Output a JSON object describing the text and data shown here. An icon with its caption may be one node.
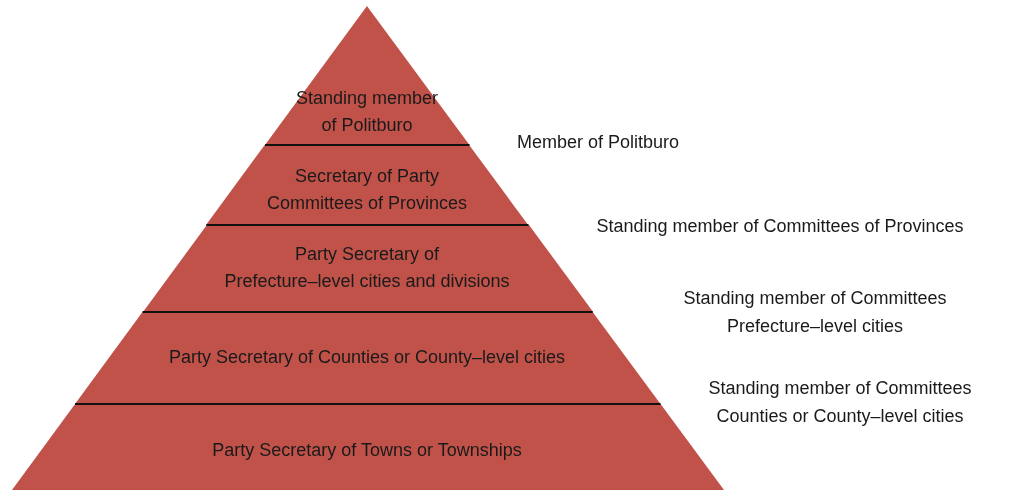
{
  "diagram": {
    "nodes": [
      {
        "text": [
          "Standing member of Politburo"
        ]
      },
      {
        "text": [
          "Secretary of Party Committees of Provinces"
        ]
      },
      {
        "text": [
          "Party Secretary of Prefecture–level cities and divisions"
        ]
      },
      {
        "text": [
          "Party Secretary of Counties or County–level cities"
        ]
      },
      {
        "text": [
          "Party Secretary of Towns or Townships"
        ]
      }
    ],
    "labels": [
      "Member of Politburo",
      "Standing member of Committees of Provinces",
      "Standing member of Committees Prefecture–level cities",
      "Standing member of Committees Counties or County–level cities"
    ]
  }
}
